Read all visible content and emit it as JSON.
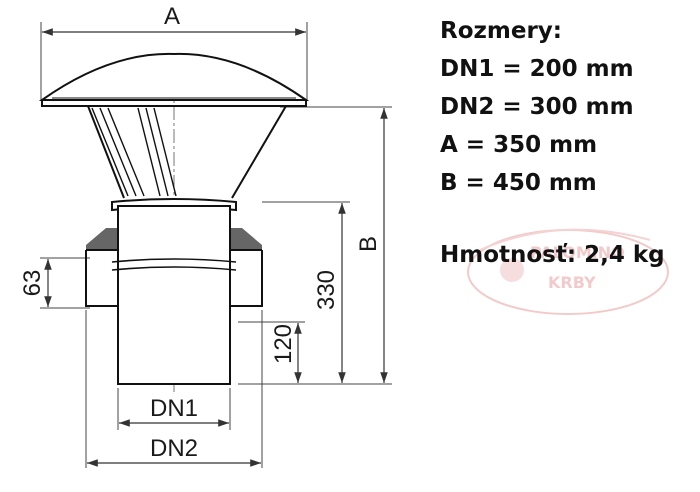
{
  "specs": {
    "heading": "Rozmery:",
    "dn1": "DN1 = 200 mm",
    "dn2": "DN2 = 300 mm",
    "a": "A = 350 mm",
    "b": "B = 450 mm",
    "weight": "Hmotnosť: 2,4 kg"
  },
  "dimensions": {
    "a": "A",
    "b": "B",
    "h330": "330",
    "h120": "120",
    "h63": "63",
    "dn1": "DN1",
    "dn2": "DN2"
  },
  "watermark": {
    "line1": "PALOMINO",
    "line2": "KRBY",
    "color": "#e8a0a0"
  }
}
